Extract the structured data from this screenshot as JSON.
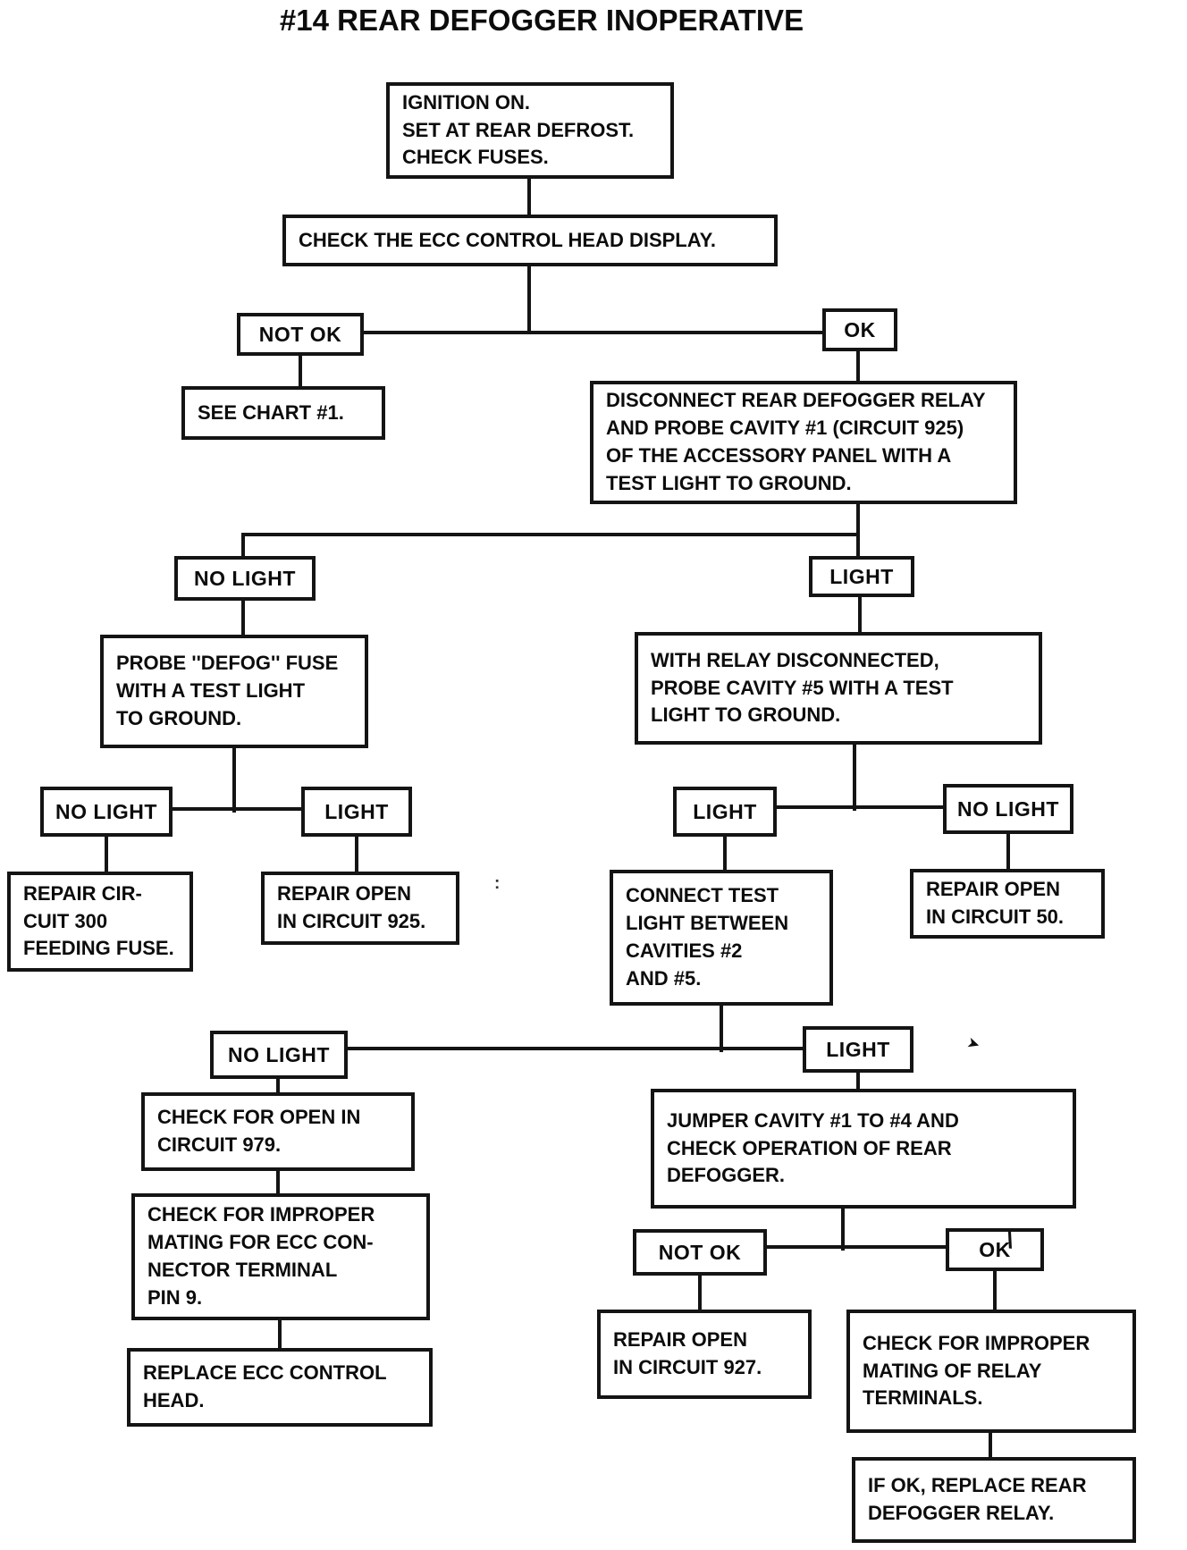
{
  "title": "#14 REAR DEFOGGER INOPERATIVE",
  "nodes": {
    "start": "IGNITION ON.\nSET AT REAR DEFROST.\nCHECK FUSES.",
    "check_ecc_display": "CHECK THE ECC CONTROL HEAD DISPLAY.",
    "not_ok_1": "NOT OK",
    "ok_1": "OK",
    "see_chart": "SEE CHART #1.",
    "disconnect_relay": "DISCONNECT REAR DEFOGGER RELAY\nAND PROBE CAVITY #1 (CIRCUIT 925)\nOF THE ACCESSORY PANEL WITH A\nTEST LIGHT TO GROUND.",
    "no_light_1": "NO LIGHT",
    "light_1": "LIGHT",
    "probe_defog_fuse": "PROBE ''DEFOG'' FUSE\nWITH A TEST LIGHT\nTO GROUND.",
    "no_light_2": "NO LIGHT",
    "light_2": "LIGHT",
    "repair_circuit_300": "REPAIR CIR-\nCUIT 300\nFEEDING FUSE.",
    "repair_open_925": "REPAIR OPEN\nIN CIRCUIT 925.",
    "with_relay_disconnected": "WITH RELAY DISCONNECTED,\nPROBE CAVITY #5 WITH A TEST\nLIGHT TO GROUND.",
    "light_3": "LIGHT",
    "no_light_3": "NO LIGHT",
    "connect_test_light": "CONNECT TEST\nLIGHT BETWEEN\nCAVITIES #2\nAND #5.",
    "repair_open_50": "REPAIR OPEN\nIN CIRCUIT 50.",
    "no_light_4": "NO LIGHT",
    "light_4": "LIGHT",
    "check_open_979": "CHECK FOR OPEN IN\nCIRCUIT 979.",
    "check_mating_ecc": "CHECK FOR IMPROPER\nMATING FOR ECC CON-\nNECTOR TERMINAL\nPIN 9.",
    "replace_ecc_head": "REPLACE ECC CONTROL\nHEAD.",
    "jumper_cavity": "JUMPER CAVITY #1 TO #4 AND\nCHECK OPERATION OF REAR\nDEFOGGER.",
    "not_ok_2": "NOT OK",
    "ok_2": "OK",
    "repair_open_927": "REPAIR OPEN\nIN CIRCUIT 927.",
    "check_mating_relay": "CHECK FOR IMPROPER\nMATING OF RELAY\nTERMINALS.",
    "replace_defogger_relay": "IF OK, REPLACE REAR\nDEFOGGER RELAY."
  },
  "ink_marks": {
    "arrowhead": "➤",
    "slash": "\\",
    "colon_speck": ":"
  }
}
